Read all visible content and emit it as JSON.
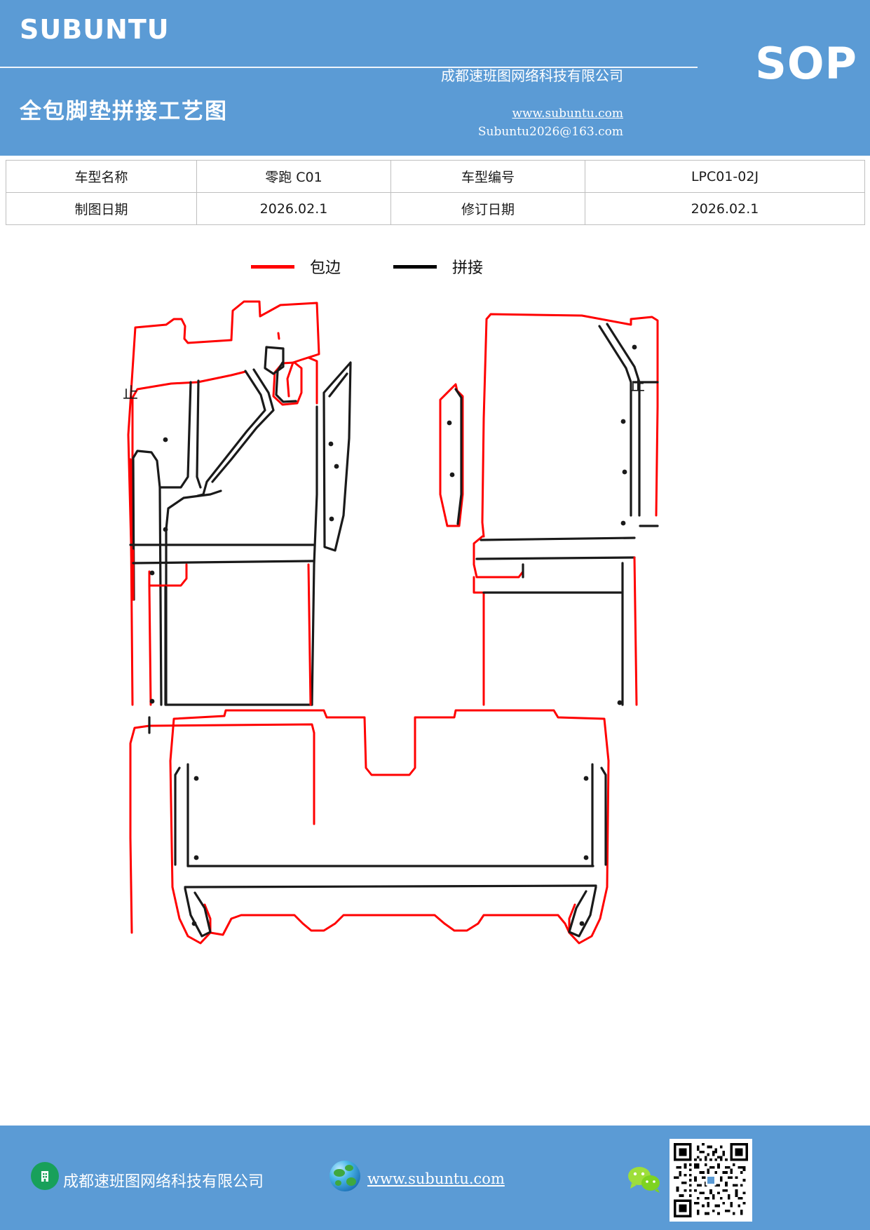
{
  "header": {
    "brand": "SUBUNTU",
    "doc_badge": "SOP",
    "doc_title": "全包脚垫拼接工艺图",
    "company": "成都速班图网络科技有限公司",
    "website": "www.subuntu.com",
    "email": "Subuntu2026@163.com",
    "bg_color": "#5b9bd5"
  },
  "info_table": {
    "rows": [
      {
        "label_1": "车型名称",
        "value_1": "零跑 C01",
        "label_2": "车型编号",
        "value_2": "LPC01-02J"
      },
      {
        "label_1": "制图日期",
        "value_1": "2026.02.1",
        "label_2": "修订日期",
        "value_2": "2026.02.1"
      }
    ]
  },
  "legend": {
    "items": [
      {
        "label": "包边",
        "color": "#ff0000",
        "icon": "red-line-swatch"
      },
      {
        "label": "拼接",
        "color": "#000000",
        "icon": "black-line-swatch"
      }
    ]
  },
  "drawing": {
    "title": "全包脚垫拼接工艺图",
    "annotations": [
      {
        "text": "止",
        "position": "left-mat-left-edge"
      },
      {
        "text": "止",
        "position": "right-mat-right-edge"
      }
    ],
    "pieces": [
      {
        "name": "driver-side-mat",
        "position": "top-left"
      },
      {
        "name": "passenger-side-mat",
        "position": "top-right"
      },
      {
        "name": "rear-row-mat",
        "position": "bottom-center"
      }
    ],
    "line_types": {
      "binding": "#ff0000",
      "splice": "#1a1a1a"
    }
  },
  "footer": {
    "company": "成都速班图网络科技有限公司",
    "website": "www.subuntu.com",
    "bg_color": "#5b9bd5",
    "icons": {
      "building": "building-icon",
      "globe": "globe-icon",
      "wechat": "wechat-icon",
      "qr": "qr-code"
    }
  }
}
